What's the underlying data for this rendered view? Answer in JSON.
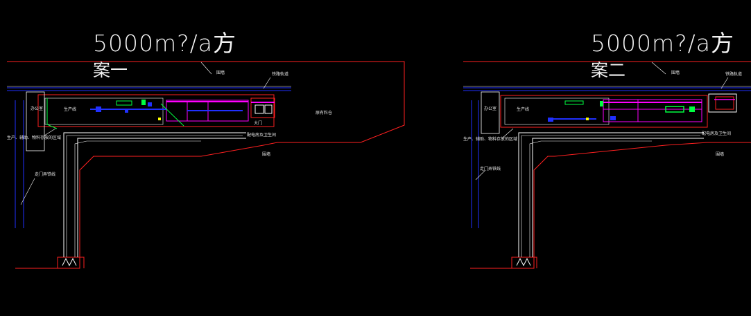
{
  "scheme_one": {
    "title": "5000m?/a方",
    "subtitle": "案一",
    "labels": {
      "wall": "围墙",
      "rail": "铁路轨道",
      "warehouse": "原有料仓",
      "office": "办公室",
      "process_zone": "生产线",
      "side_note": "生产、辅助、物料存放的区域",
      "gate_label": "大门",
      "lower_wall": "围墙",
      "pipe_label": "走门弄铁线",
      "annex": "配电房及卫生间"
    }
  },
  "scheme_two": {
    "title": "5000m?/a方",
    "subtitle": "案二",
    "labels": {
      "wall": "围墙",
      "rail": "铁路轨道",
      "office": "办公室",
      "process_zone": "生产线",
      "side_note": "生产、辅助、物料存放的区域",
      "lower_wall": "围墙",
      "pipe_label": "走门弄铁线",
      "annex": "配电房及卫生间"
    }
  },
  "colors": {
    "background": "#000000",
    "wall": "#ff2020",
    "road": "#ffffff",
    "rail": "#2030ff",
    "pipe": "#ff00ff",
    "equipment": "#00ff40",
    "marker": "#ffff00"
  }
}
